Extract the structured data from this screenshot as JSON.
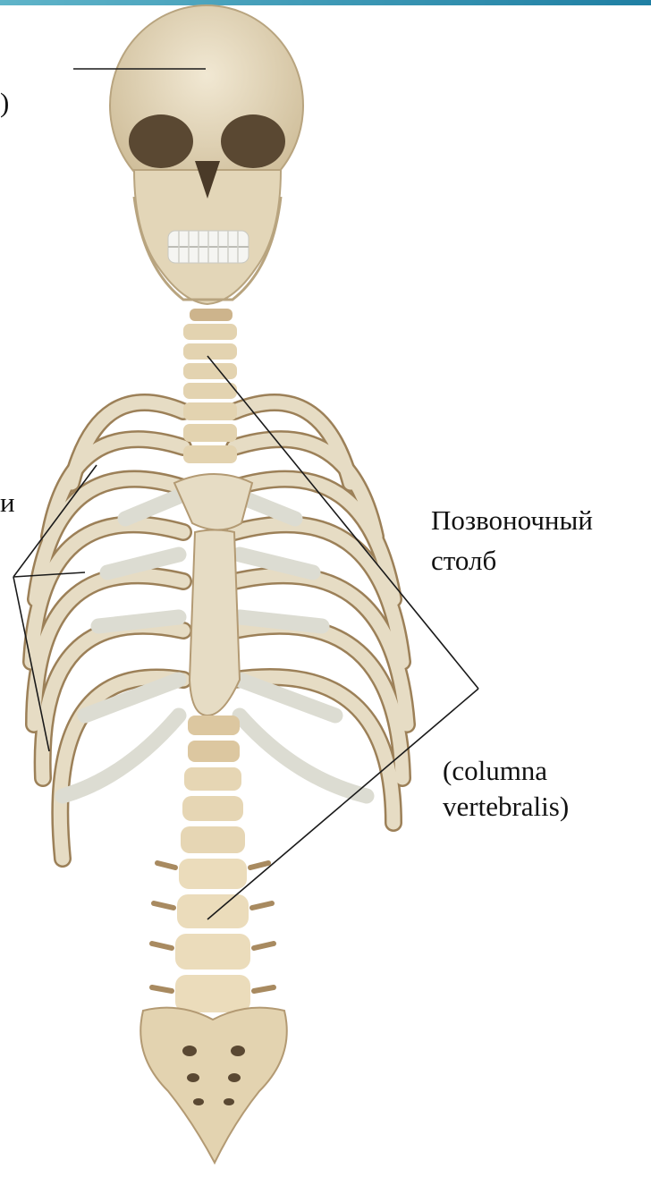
{
  "colors": {
    "top_bar_start": "#5fb4c9",
    "top_bar_end": "#1f7fa3",
    "bone": "#e6dcc4",
    "bone_shadow": "#b39a73",
    "cartilage": "#dcdcd2",
    "leader_line": "#1a1a1a"
  },
  "labels": {
    "skull_fragment": ")",
    "ribs_fragment": "и",
    "spine_ru_line1": "Позвоночный",
    "spine_ru_line2": "столб",
    "spine_la_line1": "(columna",
    "spine_la_line2": "vertebralis)"
  },
  "icons": {
    "skeleton": "skeleton-illustration-icon"
  }
}
